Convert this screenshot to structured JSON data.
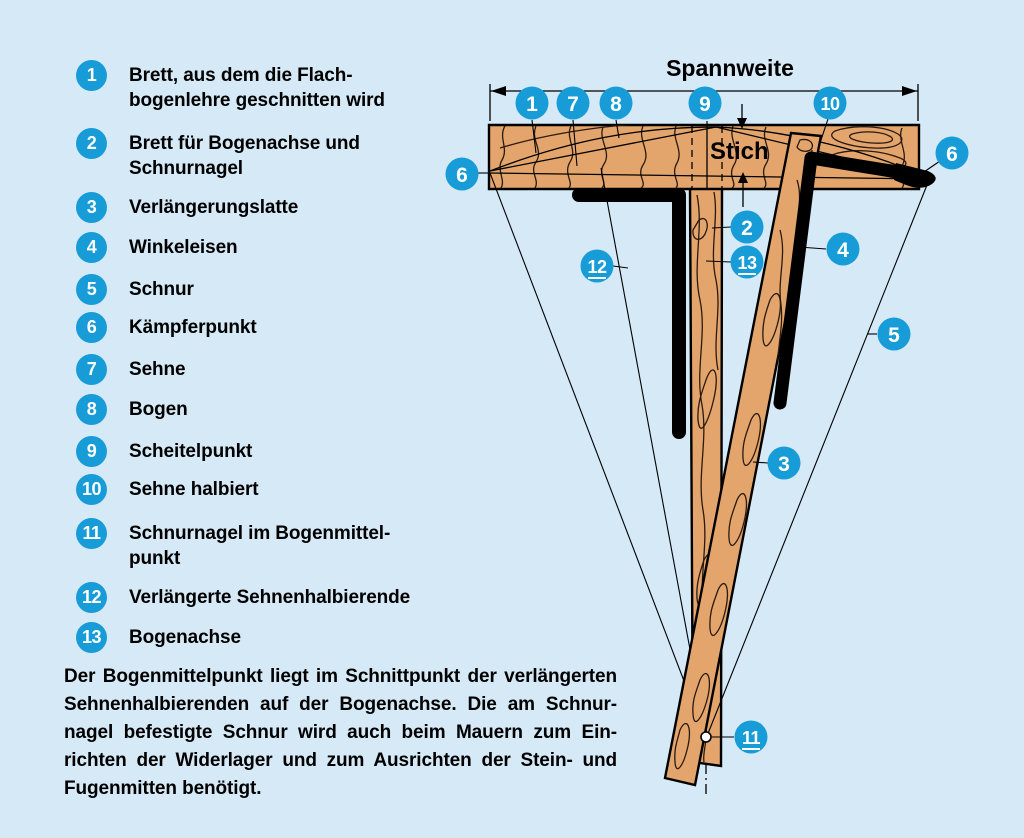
{
  "colors": {
    "background": "#D6E9F6",
    "callout_blue": "#189CD8",
    "wood": "#E3A56C",
    "line_black": "#000000"
  },
  "legend": {
    "items": [
      {
        "num": "1",
        "line1": "Brett, aus dem die Flach-",
        "line2": "bogenlehre geschnitten wird"
      },
      {
        "num": "2",
        "line1": "Brett für Bogenachse und",
        "line2": "Schnurnagel"
      },
      {
        "num": "3",
        "line1": "Verlängerungslatte",
        "line2": ""
      },
      {
        "num": "4",
        "line1": "Winkeleisen",
        "line2": ""
      },
      {
        "num": "5",
        "line1": "Schnur",
        "line2": ""
      },
      {
        "num": "6",
        "line1": "Kämpferpunkt",
        "line2": ""
      },
      {
        "num": "7",
        "line1": "Sehne",
        "line2": ""
      },
      {
        "num": "8",
        "line1": "Bogen",
        "line2": ""
      },
      {
        "num": "9",
        "line1": "Scheitelpunkt",
        "line2": ""
      },
      {
        "num": "10",
        "line1": "Sehne halbiert",
        "line2": ""
      },
      {
        "num": "11",
        "line1": "Schnurnagel im Bogenmittel-",
        "line2": "punkt"
      },
      {
        "num": "12",
        "line1": "Verlängerte Sehnenhalbierende",
        "line2": ""
      },
      {
        "num": "13",
        "line1": "Bogenachse",
        "line2": ""
      }
    ]
  },
  "note": {
    "lines": [
      "Der Bogenmittelpunkt liegt im Schnittpunkt der verlängerten",
      "Sehnenhalbierenden auf der Bogenachse. Die am Schnur-",
      "nagel befestigte Schnur wird auch beim Mauern zum Ein-",
      "richten der Widerlager und zum Ausrichten der Stein- und",
      "Fugenmitten benötigt."
    ]
  },
  "diagram": {
    "spannweite_label": "Spannweite",
    "stich_label": "Stich",
    "callouts": [
      "1",
      "7",
      "8",
      "9",
      "10",
      "6",
      "6",
      "2",
      "13",
      "4",
      "5",
      "12",
      "3",
      "11"
    ]
  }
}
